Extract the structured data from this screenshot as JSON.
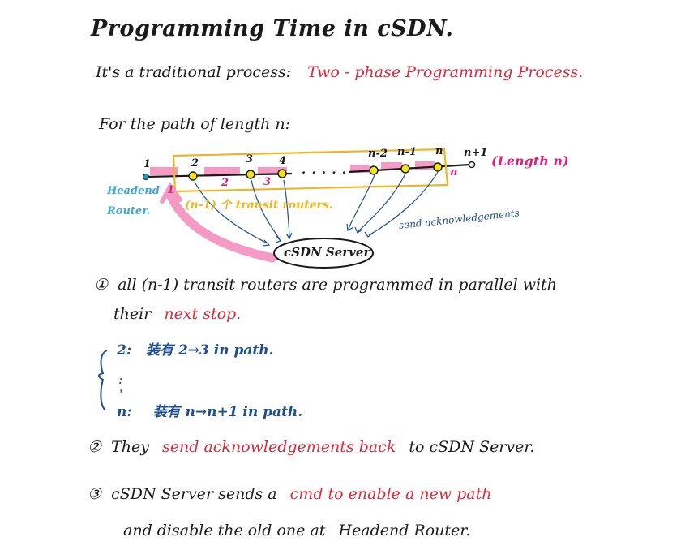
{
  "title": "Programming Time in cSDN.",
  "intro": {
    "text": "It's a traditional process:",
    "highlight": "Two - phase Programming Process."
  },
  "path_heading": "For the path of length n:",
  "diagram": {
    "node_labels": [
      "1",
      "2",
      "3",
      "4",
      "n-2",
      "n-1",
      "n",
      "n+1"
    ],
    "dots": ". . . . .",
    "pink_labels": [
      "1",
      "2",
      "3",
      "n"
    ],
    "length_label": "(Length n)",
    "headend_label_1": "Headend",
    "headend_label_2": "Router.",
    "transit_label": "(n-1) 个 transit routers.",
    "send_ack_label": "send acknowledgements",
    "server_label": "cSDN Server"
  },
  "step1": {
    "marker": "①",
    "line1_a": "all (n-1) transit routers are programmed in parallel with",
    "line2_a": "their",
    "line2_b": "next stop."
  },
  "brace_items": {
    "item1_key": "2:",
    "item1_val": "装有 2→3 in path.",
    "dots1": ":",
    "dots2": "'",
    "item2_key": "n:",
    "item2_val": "装有 n→n+1 in path."
  },
  "step2": {
    "marker": "②",
    "a": "They",
    "b": "send acknowledgements back",
    "c": "to cSDN Server."
  },
  "step3": {
    "marker": "③",
    "a": "cSDN Server sends a",
    "b": "cmd to enable a new path",
    "line2_a": "and disable the old one at",
    "line2_b": "Headend Router."
  },
  "colors": {
    "red": "#e0283c",
    "blue": "#1f4f8f",
    "cyan": "#3aa8d8",
    "yellow": "#f0b522",
    "pink": "#f59ac4",
    "pink_text": "#d8227a"
  }
}
